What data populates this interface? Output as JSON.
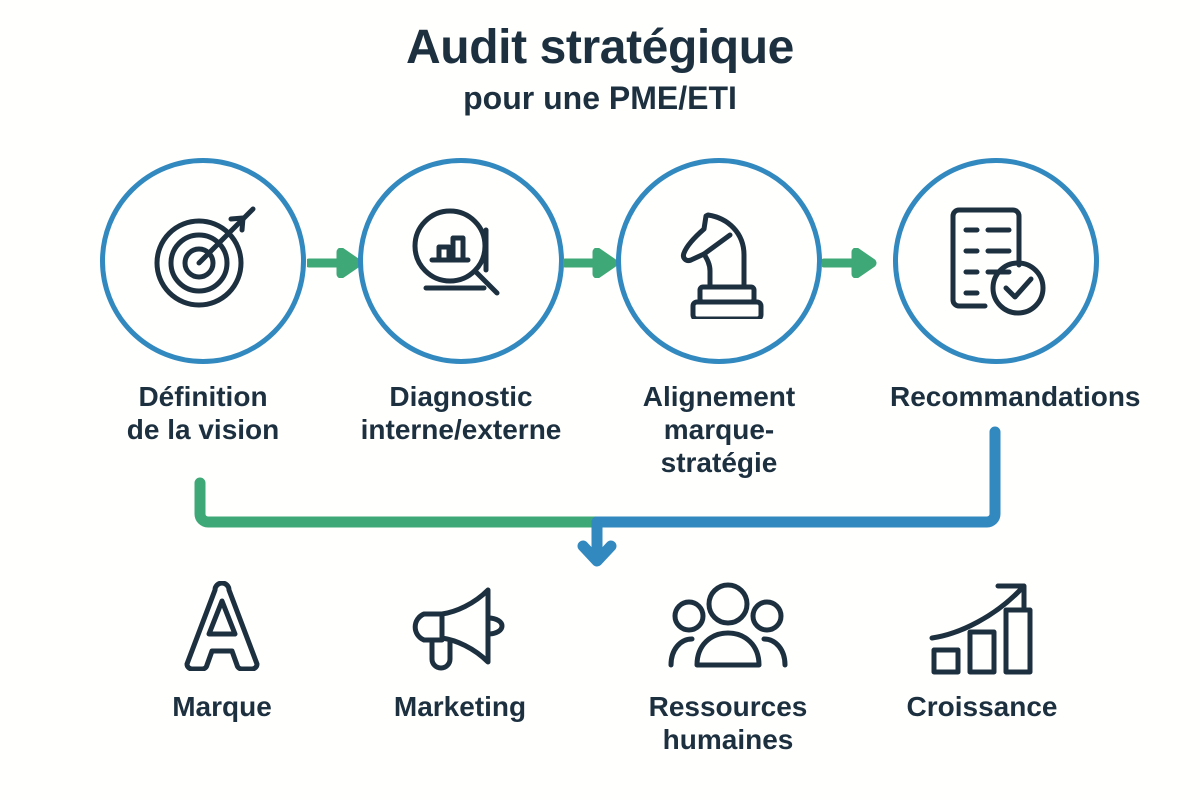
{
  "header": {
    "title": "Audit stratégique",
    "subtitle": "pour une PME/ETI"
  },
  "colors": {
    "text": "#1d3040",
    "circle_border": "#3289bf",
    "arrow_green": "#3fa877",
    "arrow_blue": "#3289bf",
    "background": "#fffffd"
  },
  "process": {
    "steps": [
      {
        "label": "Définition\nde la vision",
        "icon": "target-arrow-icon"
      },
      {
        "label": "Diagnostic\ninterne/externe",
        "icon": "magnifier-bar-chart-icon"
      },
      {
        "label": "Alignement\nmarque-stratégie",
        "icon": "chess-knight-icon"
      },
      {
        "label": "Recommandations",
        "icon": "checklist-document-check-icon"
      }
    ],
    "connector_icon": "right-arrow-icon"
  },
  "outcomes": {
    "items": [
      {
        "label": "Marque",
        "icon": "letter-a-icon"
      },
      {
        "label": "Marketing",
        "icon": "megaphone-icon"
      },
      {
        "label": "Ressources\nhumaines",
        "icon": "people-group-icon"
      },
      {
        "label": "Croissance",
        "icon": "growth-chart-icon"
      }
    ],
    "connector_icon": "down-arrow-icon"
  }
}
